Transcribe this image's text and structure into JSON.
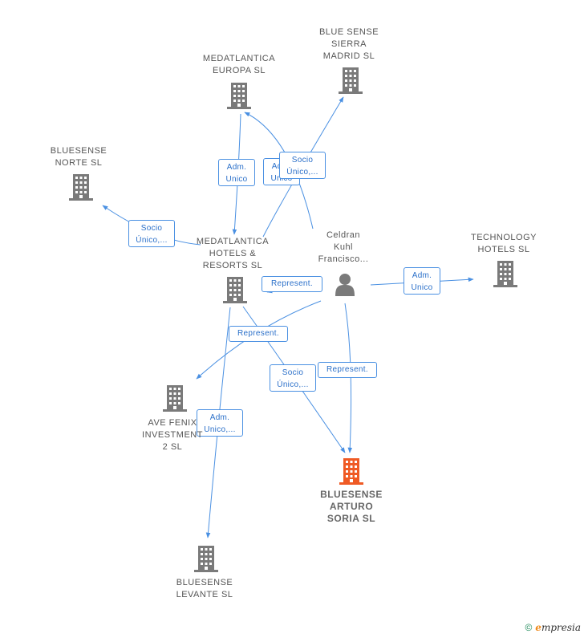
{
  "colors": {
    "edge": "#4a90e2",
    "building": "#7a7a7a",
    "focus_building": "#ef5a24",
    "person": "#7a7a7a"
  },
  "nodes": [
    {
      "id": "medatlantica_europa",
      "type": "company",
      "label": "MEDATLANTICA\nEUROPA SL"
    },
    {
      "id": "blue_sense_sierra",
      "type": "company",
      "label": "BLUE SENSE\nSIERRA\nMADRID SL"
    },
    {
      "id": "bluesense_norte",
      "type": "company",
      "label": "BLUESENSE\nNORTE SL"
    },
    {
      "id": "medatlantica_hotels",
      "type": "company",
      "label": "MEDATLANTICA\nHOTELS &\nRESORTS SL"
    },
    {
      "id": "celdran",
      "type": "person",
      "label": "Celdran\nKuhl\nFrancisco..."
    },
    {
      "id": "technology_hotels",
      "type": "company",
      "label": "TECHNOLOGY\nHOTELS SL"
    },
    {
      "id": "ave_fenix",
      "type": "company",
      "label": "AVE FENIX\nINVESTMENT\n2 SL"
    },
    {
      "id": "bluesense_arturo",
      "type": "company",
      "label": "BLUESENSE\nARTURO\nSORIA SL",
      "focus": true
    },
    {
      "id": "bluesense_levante",
      "type": "company",
      "label": "BLUESENSE\nLEVANTE SL"
    }
  ],
  "edges": [
    {
      "from": "medatlantica_europa",
      "to": "medatlantica_hotels",
      "label": "Adm.\nUnico"
    },
    {
      "from": "celdran",
      "to": "medatlantica_europa",
      "label": "Adm.\nUnico"
    },
    {
      "from": "medatlantica_hotels",
      "to": "blue_sense_sierra",
      "label": "Socio\nÚnico,..."
    },
    {
      "from": "medatlantica_hotels",
      "to": "bluesense_norte",
      "label": "Socio\nÚnico,..."
    },
    {
      "from": "celdran",
      "to": "medatlantica_hotels",
      "label": "Represent."
    },
    {
      "from": "celdran",
      "to": "technology_hotels",
      "label": "Adm.\nUnico"
    },
    {
      "from": "celdran",
      "to": "ave_fenix",
      "label": "Represent."
    },
    {
      "from": "medatlantica_hotels",
      "to": "bluesense_arturo",
      "label": "Socio\nÚnico,..."
    },
    {
      "from": "celdran",
      "to": "bluesense_arturo",
      "label": "Represent."
    },
    {
      "from": "medatlantica_hotels",
      "to": "bluesense_levante",
      "label": "Adm.\nUnico,..."
    }
  ],
  "footer": {
    "copyright": "©",
    "brand_initial": "e",
    "brand_rest": "mpresia"
  }
}
